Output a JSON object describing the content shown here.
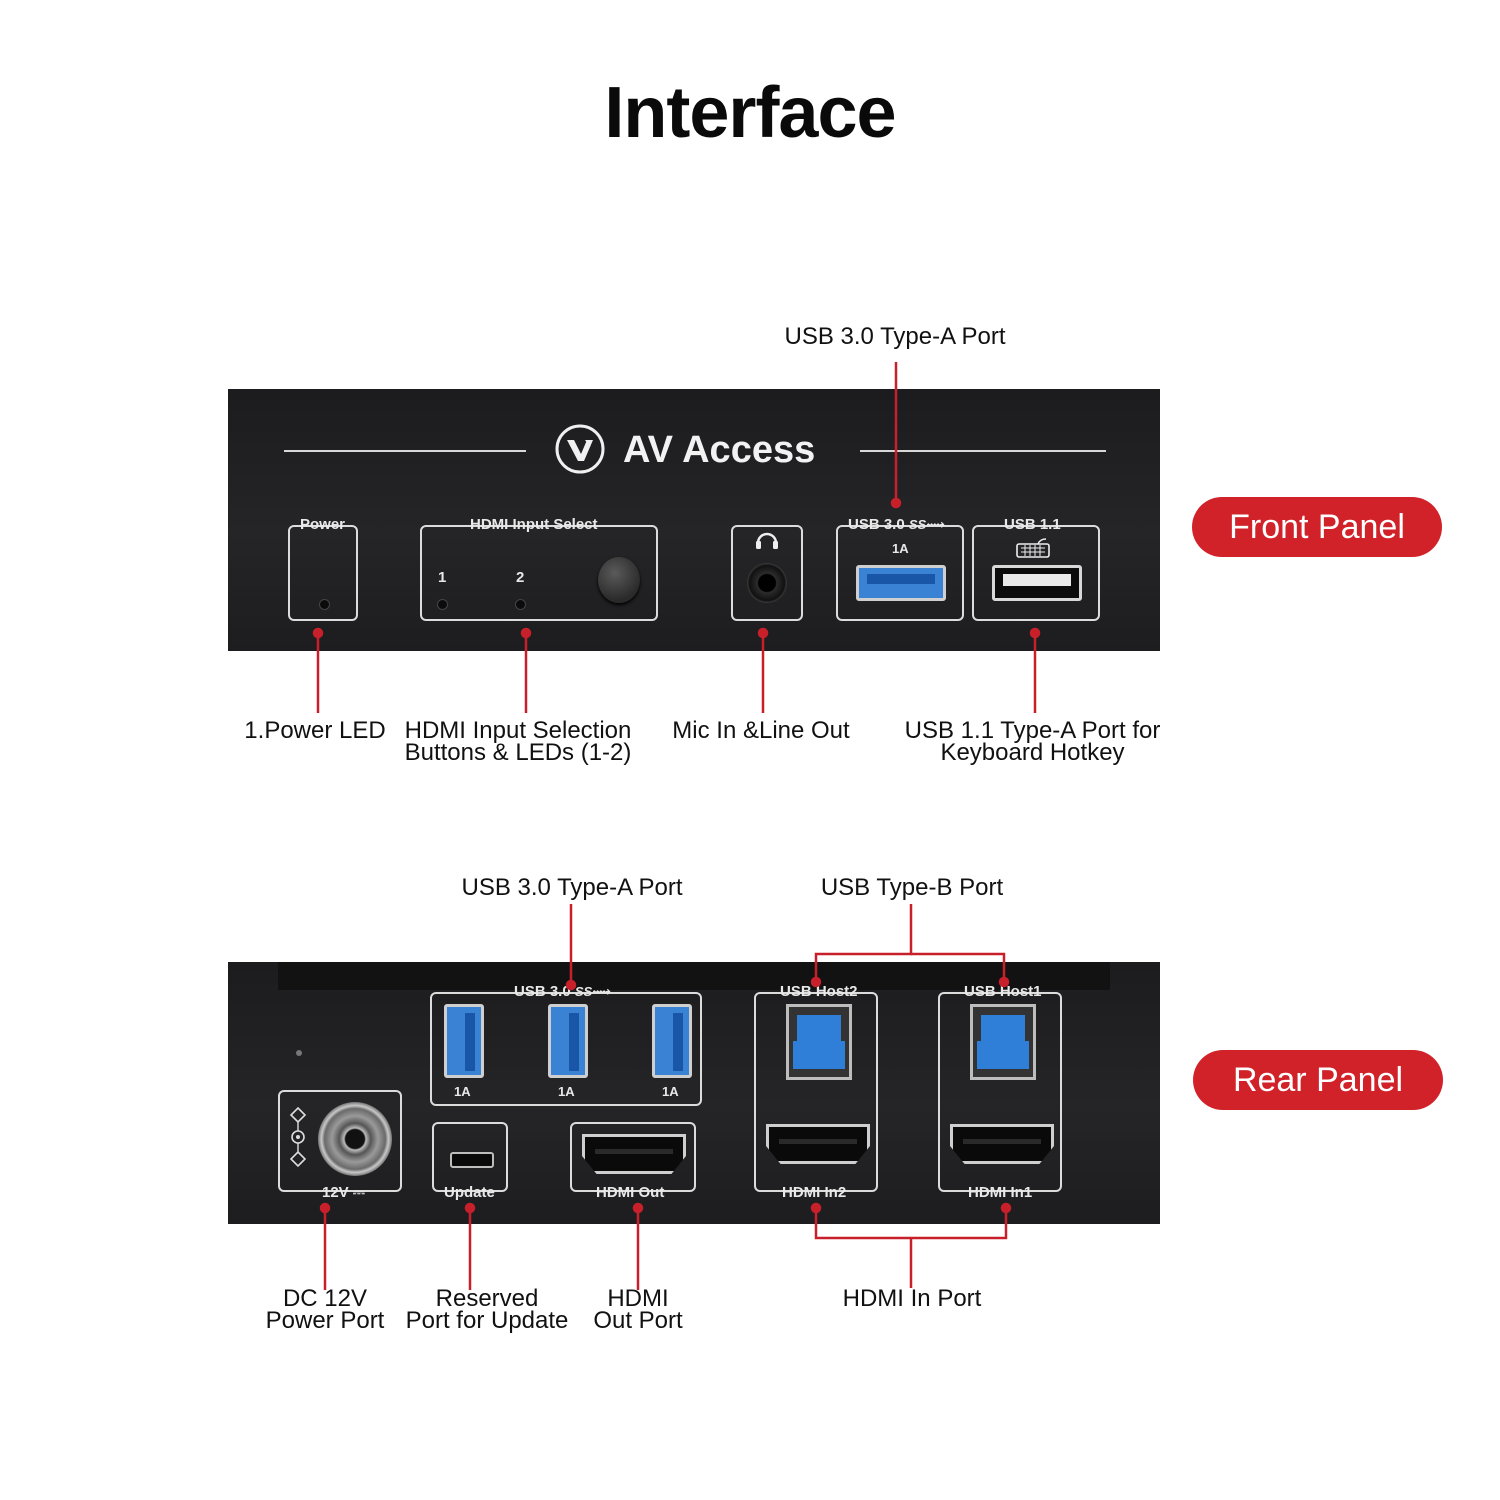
{
  "page_title": "Interface",
  "brand": "AV Access",
  "front": {
    "badge": "Front Panel",
    "silk": {
      "power": "Power",
      "hdmi_input_select": "HDMI Input Select",
      "btn1": "1",
      "btn2": "2",
      "usb30": "USB 3.0",
      "usb30_current": "1A",
      "usb11": "USB 1.1"
    },
    "callouts": {
      "usb30_port": "USB 3.0 Type-A Port",
      "power_led": "1.Power LED",
      "hdmi_select_l1": "HDMI Input Selection",
      "hdmi_select_l2": "Buttons & LEDs (1-2)",
      "mic": "Mic In &Line Out",
      "usb11_l1": "USB 1.1 Type-A Port for",
      "usb11_l2": "Keyboard Hotkey"
    }
  },
  "rear": {
    "badge": "Rear Panel",
    "silk": {
      "usb30": "USB 3.0",
      "current1": "1A",
      "current2": "1A",
      "current3": "1A",
      "usb_host2": "USB Host2",
      "usb_host1": "USB Host1",
      "dc": "12V",
      "update": "Update",
      "hdmi_out": "HDMI Out",
      "hdmi_in2": "HDMI In2",
      "hdmi_in1": "HDMI In1"
    },
    "callouts": {
      "usb30_port": "USB 3.0 Type-A Port",
      "usb_b_port": "USB Type-B Port",
      "dc_l1": "DC 12V",
      "dc_l2": "Power Port",
      "update_l1": "Reserved",
      "update_l2": "Port for Update",
      "hdmi_out_l1": "HDMI",
      "hdmi_out_l2": "Out Port",
      "hdmi_in": "HDMI In Port"
    }
  },
  "colors": {
    "accent_red": "#d1222a",
    "panel": "#202022",
    "usb3_blue": "#3a82d4"
  },
  "icons": [
    "av-access-logo-icon",
    "headphone-icon",
    "keyboard-icon",
    "superspeed-usb-icon",
    "dc-polarity-icon"
  ]
}
